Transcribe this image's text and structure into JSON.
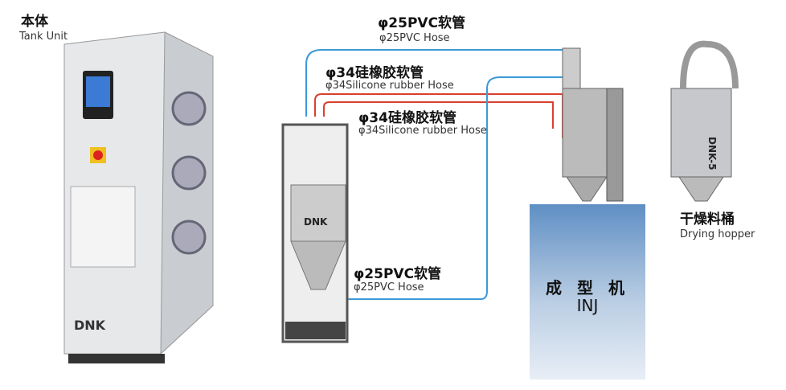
{
  "tank_unit": {
    "label_cn": "本体",
    "label_en": "Tank Unit",
    "brand": "DNK"
  },
  "hoses": [
    {
      "label_cn": "φ25PVC软管",
      "label_en": "φ25PVC Hose"
    },
    {
      "label_cn": "φ34硅橡胶软管",
      "label_en": "φ34Silicone rubber Hose"
    },
    {
      "label_cn": "φ34硅橡胶软管",
      "label_en": "φ34Silicone rubber Hose"
    },
    {
      "label_cn": "φ25PVC软管",
      "label_en": "φ25PVC Hose"
    }
  ],
  "tank": {
    "brand": "DNK"
  },
  "injection_machine": {
    "label_cn": "成 型 机",
    "label_en": "INJ"
  },
  "drying_hopper": {
    "label_cn": "干燥料桶",
    "label_en": "Drying hopper",
    "brand": "DNK-5"
  },
  "colors": {
    "pvc_hose": "#3a9ad9",
    "silicone_hose": "#d9402e",
    "inj_box": "#6b98c9"
  }
}
